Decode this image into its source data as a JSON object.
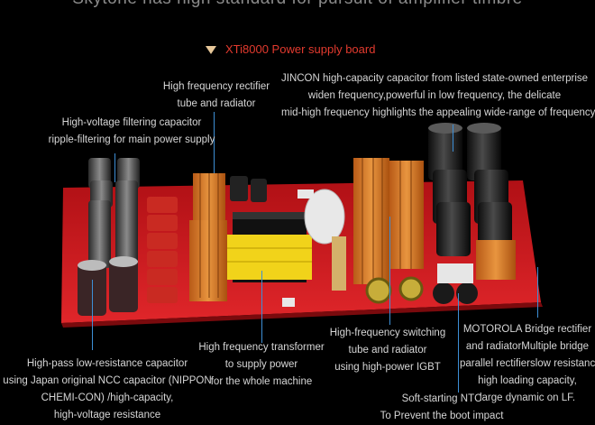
{
  "headline": "Skytone has high standard for pursuit of amplifier timbre",
  "section_title": "XTi8000 Power supply board",
  "captions": {
    "rectifier_top": [
      "High frequency rectifier",
      "tube and radiator"
    ],
    "filter_cap": [
      "High-voltage filtering capacitor",
      "ripple-filtering for main power supply"
    ],
    "jincon": [
      "JINCON high-capacity capacitor from listed state-owned enterprise",
      "widen frequency,powerful in low frequency, the delicate",
      "mid-high frequency highlights the appealing wide-range of frequency"
    ],
    "high_pass": [
      "High-pass low-resistance capacitor",
      "using Japan original NCC capacitor (NIPPON",
      "CHEMI-CON) /high-capacity,",
      "high-voltage resistance"
    ],
    "transformer": [
      "High frequency transformer",
      "to supply power",
      "for the whole machine"
    ],
    "igbt": [
      "High-frequency switching",
      "tube and radiator",
      "using high-power IGBT"
    ],
    "ntc": [
      "Soft-starting NTC",
      "To Prevent the boot impact"
    ],
    "motorola": [
      "MOTOROLA Bridge rectifier",
      "and radiatorMultiple bridge",
      "parallel rectifierslow resistance,",
      "high loading capacity,",
      "large dynamic on LF."
    ]
  },
  "colors": {
    "leader": "#3d8fd6",
    "title": "#e23a2e",
    "board": "#c8161b",
    "copper": "#d77a2a"
  }
}
